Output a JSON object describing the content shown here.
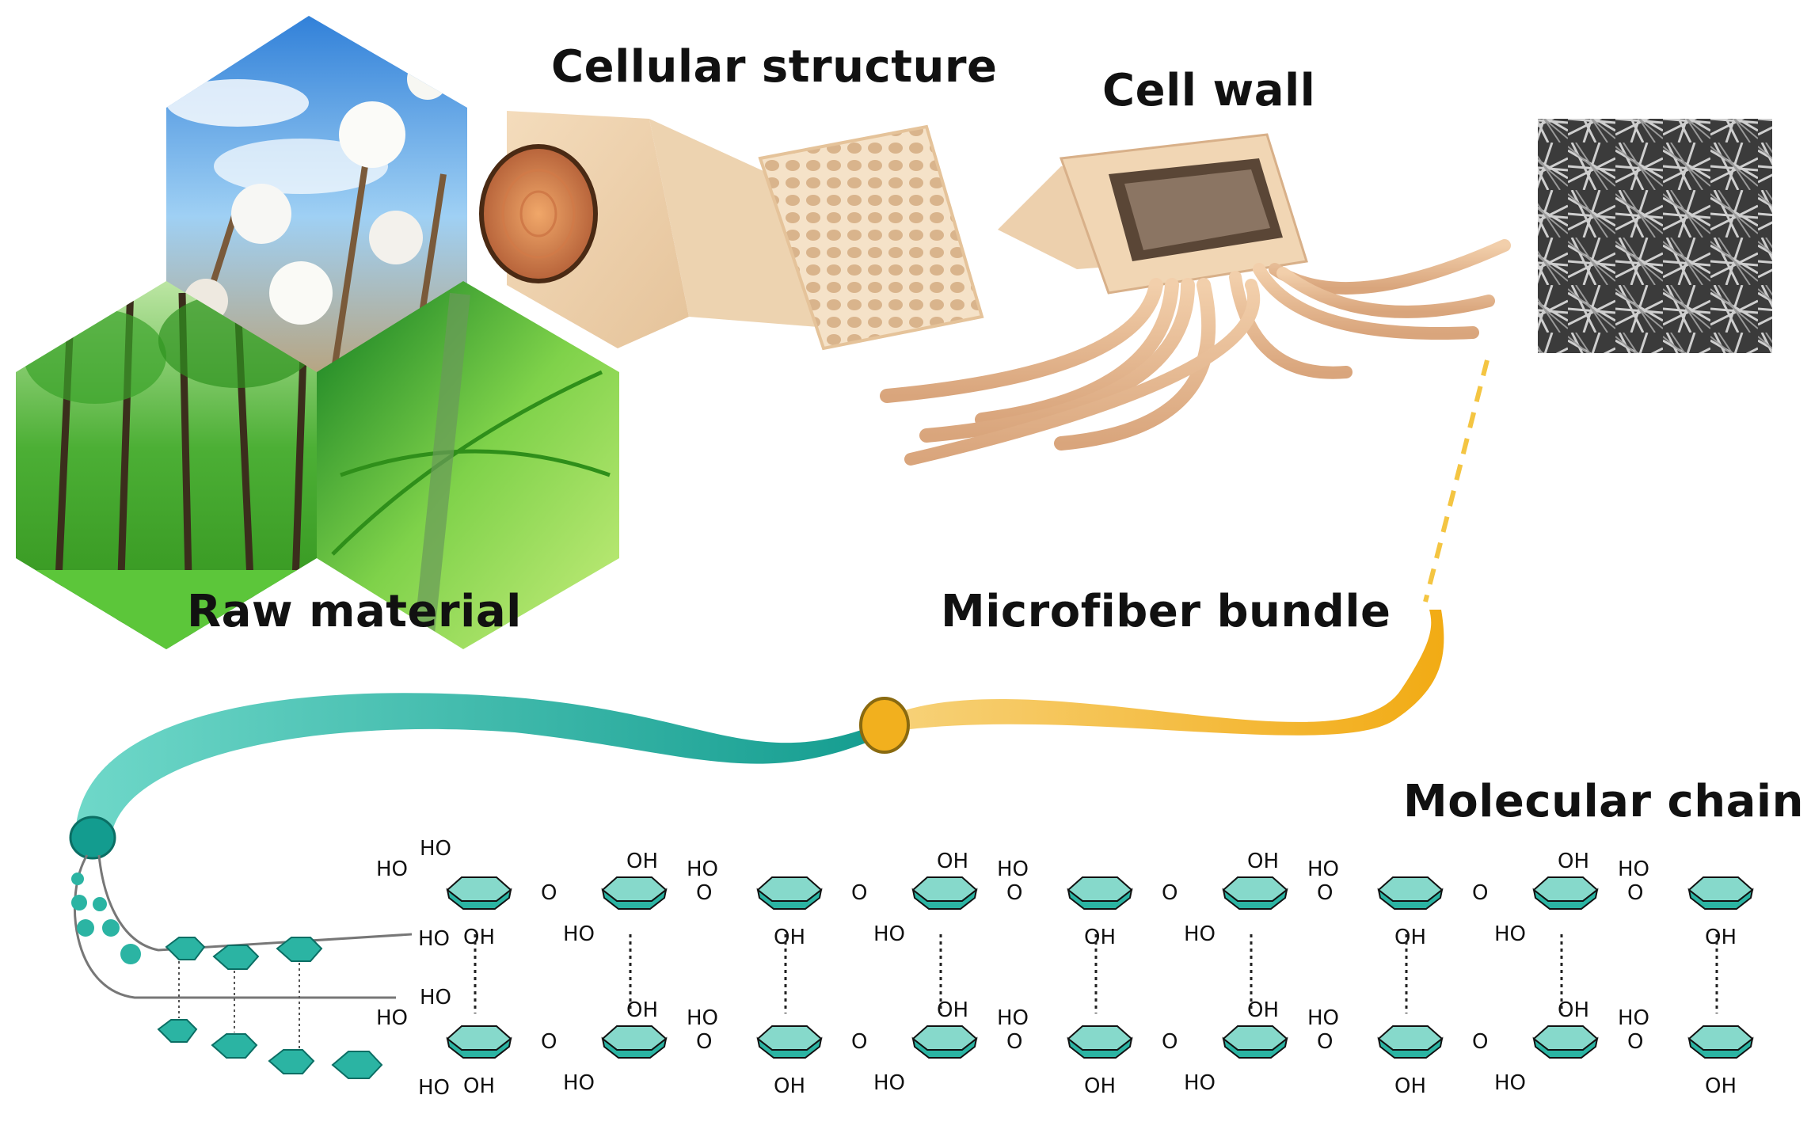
{
  "labels": {
    "raw_material": "Raw material",
    "cellular_structure": "Cellular structure",
    "cell_wall": "Cell wall",
    "microfiber_bundle": "Microfiber bundle",
    "molecular_chain": "Molecular chain"
  },
  "molecule_labels": {
    "ho": "HO",
    "oh": "OH",
    "o": "O"
  },
  "colors": {
    "label_text": "#111111",
    "ribbon_teal": "#2bb8a8",
    "ribbon_gold": "#f2b01e",
    "fiber_tan": "#e7bd96",
    "dashed_connector": "#f4c542",
    "ring_teal": "#7fd3c6"
  },
  "icons": {
    "raw_material": [
      "cotton-plant-image",
      "forest-image",
      "bamboo-image"
    ],
    "sem": "sem-micrograph-image"
  }
}
